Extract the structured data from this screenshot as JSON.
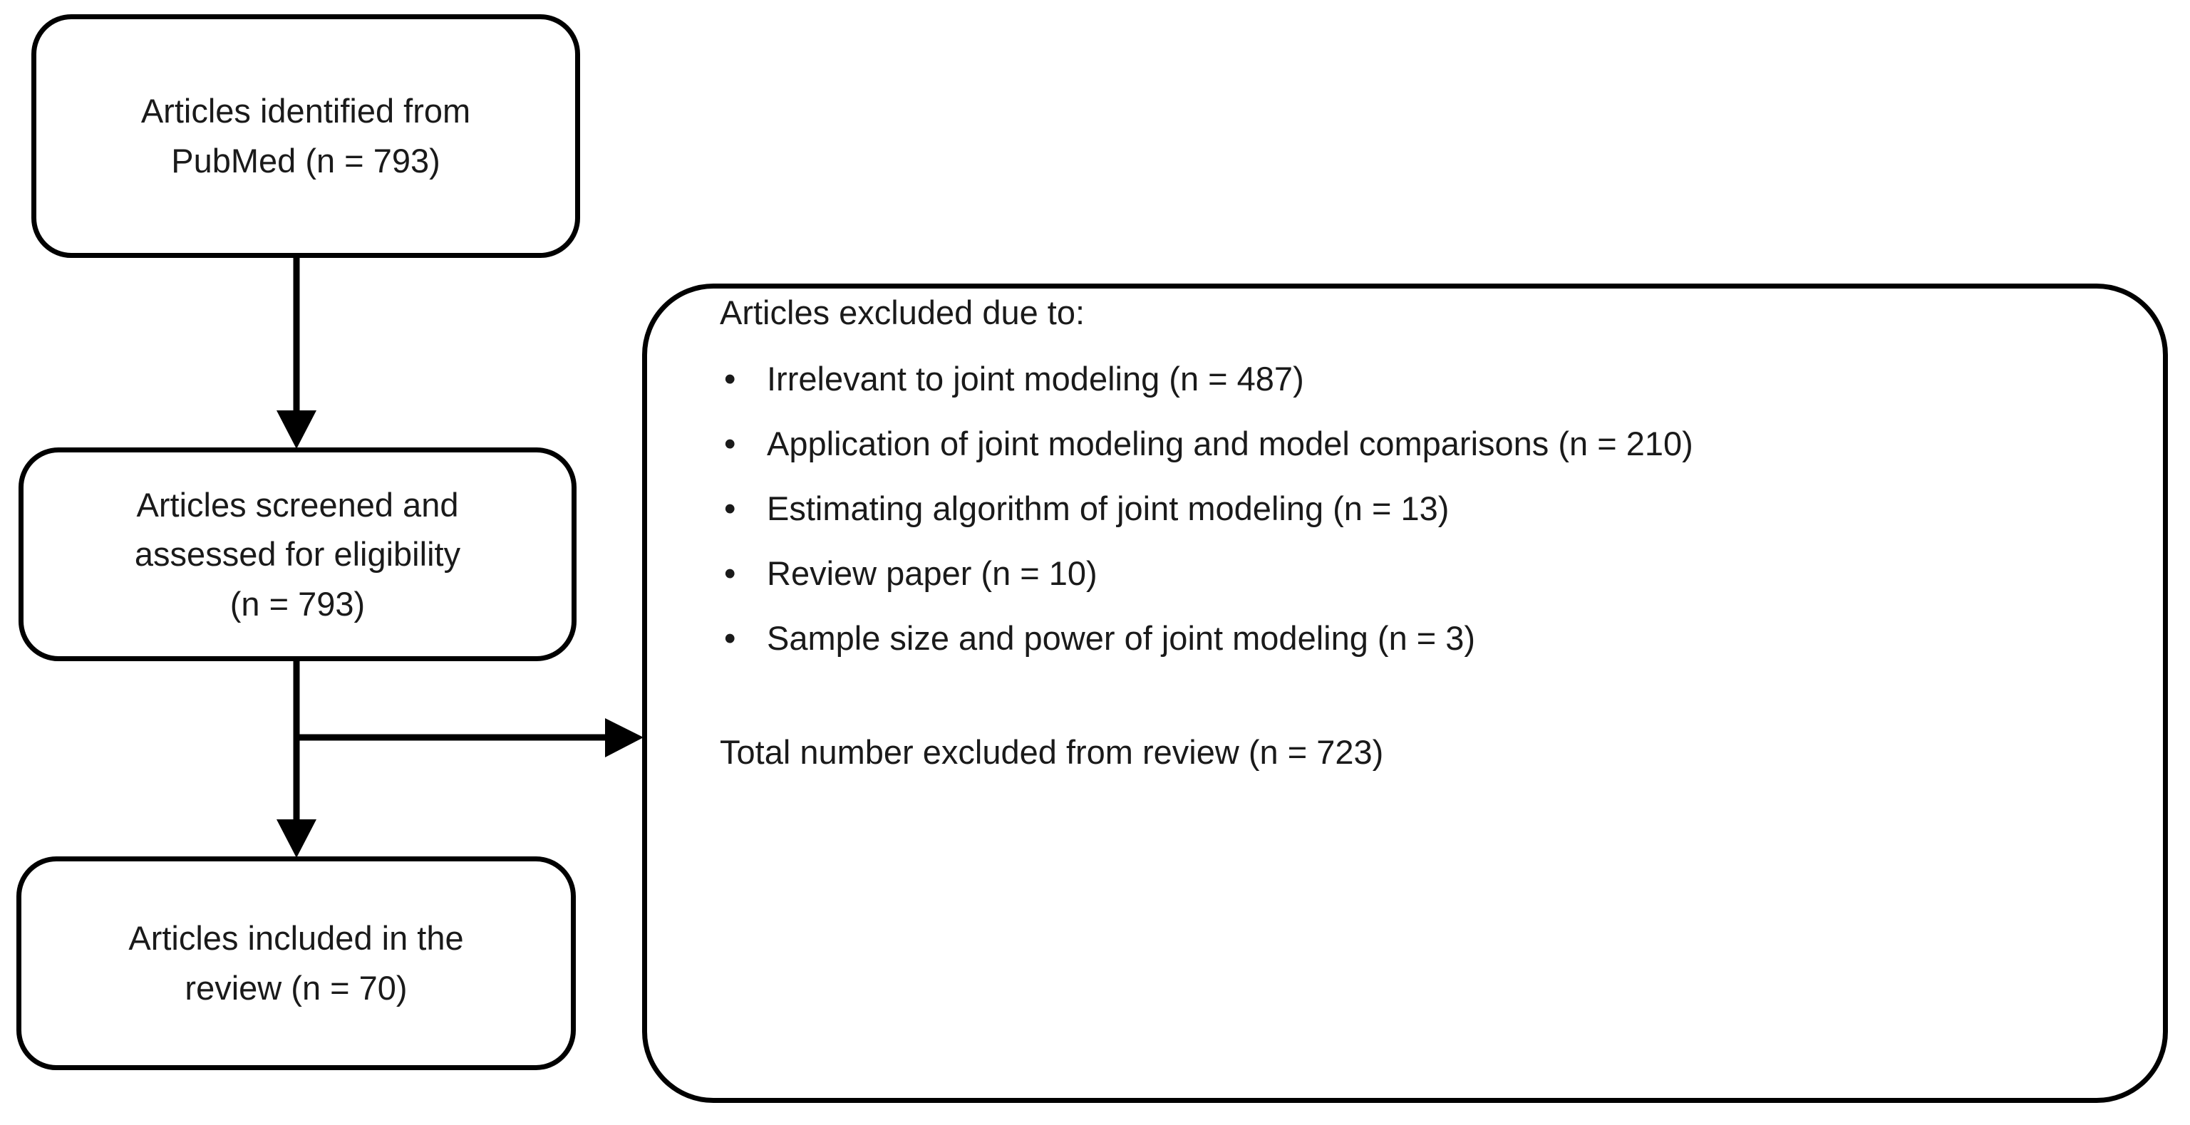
{
  "diagram": {
    "type": "prisma-flow-diagram",
    "title": "",
    "colors": {
      "stroke": "#000000",
      "text": "#1a1a1a",
      "background": "#ffffff"
    },
    "boxes": {
      "identified": {
        "lines": [
          "Articles identified from",
          "PubMed (n = 793)"
        ]
      },
      "screened": {
        "lines": [
          "Articles screened and",
          "assessed for eligibility",
          "(n = 793)"
        ]
      },
      "included": {
        "lines": [
          "Articles included in the",
          "review (n = 70)"
        ]
      },
      "excluded": {
        "heading": "Articles excluded due to:",
        "bullet_glyph": "•",
        "items": [
          "Irrelevant to joint modeling (n = 487)",
          "Application of joint modeling and model comparisons (n = 210)",
          "Estimating algorithm of joint modeling (n = 13)",
          "Review paper (n = 10)",
          "Sample size and power of joint modeling (n = 3)"
        ],
        "total": "Total number excluded from review (n = 723)"
      }
    },
    "flow_data": {
      "identified_count": 793,
      "screened_count": 793,
      "included_count": 70,
      "excluded_total": 723,
      "exclusion_reasons": [
        {
          "reason": "Irrelevant to joint modeling",
          "n": 487
        },
        {
          "reason": "Application of joint modeling and model comparisons",
          "n": 210
        },
        {
          "reason": "Estimating algorithm of joint modeling",
          "n": 13
        },
        {
          "reason": "Review paper",
          "n": 10
        },
        {
          "reason": "Sample size and power of joint modeling",
          "n": 3
        }
      ]
    },
    "connectors": [
      {
        "name": "identified-to-screened",
        "kind": "arrow-down"
      },
      {
        "name": "screened-to-included",
        "kind": "arrow-down"
      },
      {
        "name": "screened-to-excluded",
        "kind": "arrow-right"
      }
    ]
  }
}
